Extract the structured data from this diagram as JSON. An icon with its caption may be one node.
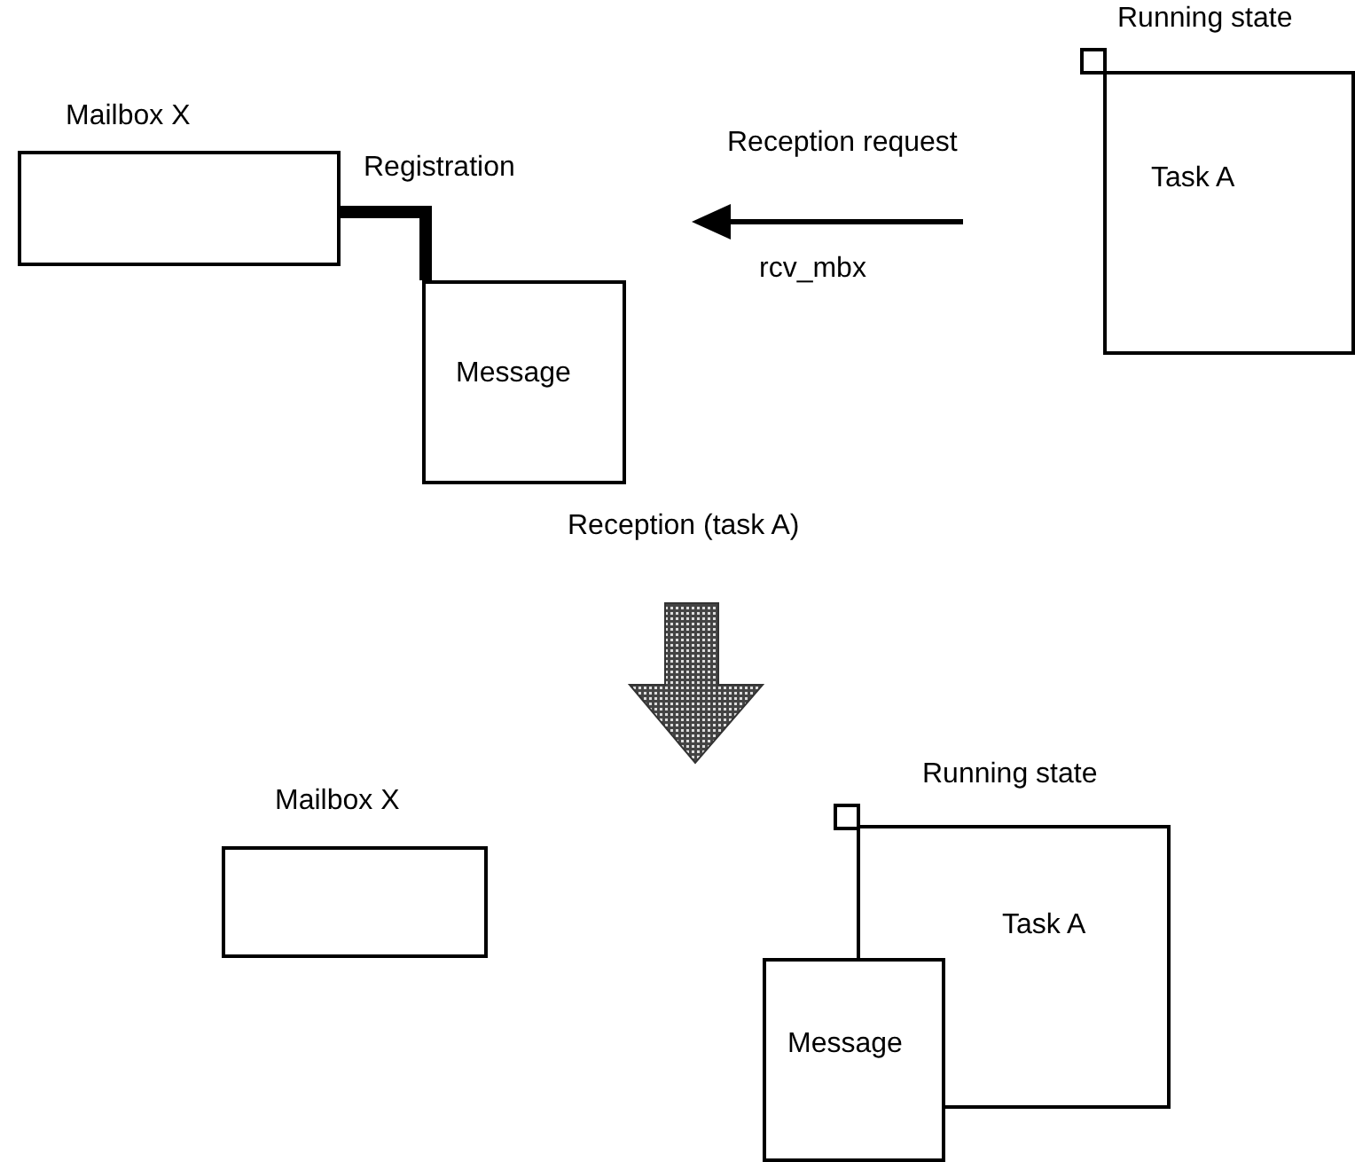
{
  "diagram": {
    "nodes": [
      {
        "text": [
          "Mailbox X"
        ]
      },
      {
        "text": [
          "Message"
        ]
      },
      {
        "text": [
          "Task A"
        ]
      },
      {
        "text": [
          "Running state"
        ]
      },
      {
        "text": [
          "Mailbox X"
        ]
      },
      {
        "text": [
          "Task A"
        ]
      },
      {
        "text": [
          "Running state"
        ]
      },
      {
        "text": [
          "Message"
        ]
      }
    ],
    "edges": [
      {
        "from": 0,
        "to": 1,
        "arrow": "none",
        "label": "Registration"
      }
    ],
    "labels": [
      "Reception request",
      "rcv_mbx",
      "Reception (task A)"
    ]
  }
}
